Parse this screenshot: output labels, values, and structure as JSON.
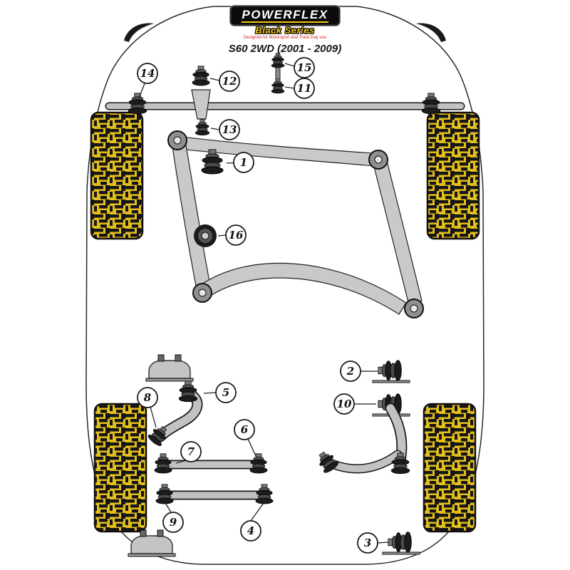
{
  "header": {
    "brand": "POWERFLEX",
    "series": "Black Series",
    "tagline": "Designed for Motorsport and Track Day use",
    "title": "S60 2WD (2001 - 2009)"
  },
  "colors": {
    "tire_yellow": "#e2bf1d",
    "logo_yellow": "#f5c518",
    "tagline_red": "#cc2222",
    "part_gray": "#c9c9c9",
    "outline": "#2a2a2a"
  },
  "callouts": [
    {
      "label": "1"
    },
    {
      "label": "2"
    },
    {
      "label": "3"
    },
    {
      "label": "4"
    },
    {
      "label": "5"
    },
    {
      "label": "6"
    },
    {
      "label": "7"
    },
    {
      "label": "8"
    },
    {
      "label": "9"
    },
    {
      "label": "10"
    },
    {
      "label": "11"
    },
    {
      "label": "12"
    },
    {
      "label": "13"
    },
    {
      "label": "14"
    },
    {
      "label": "15"
    },
    {
      "label": "16"
    }
  ]
}
